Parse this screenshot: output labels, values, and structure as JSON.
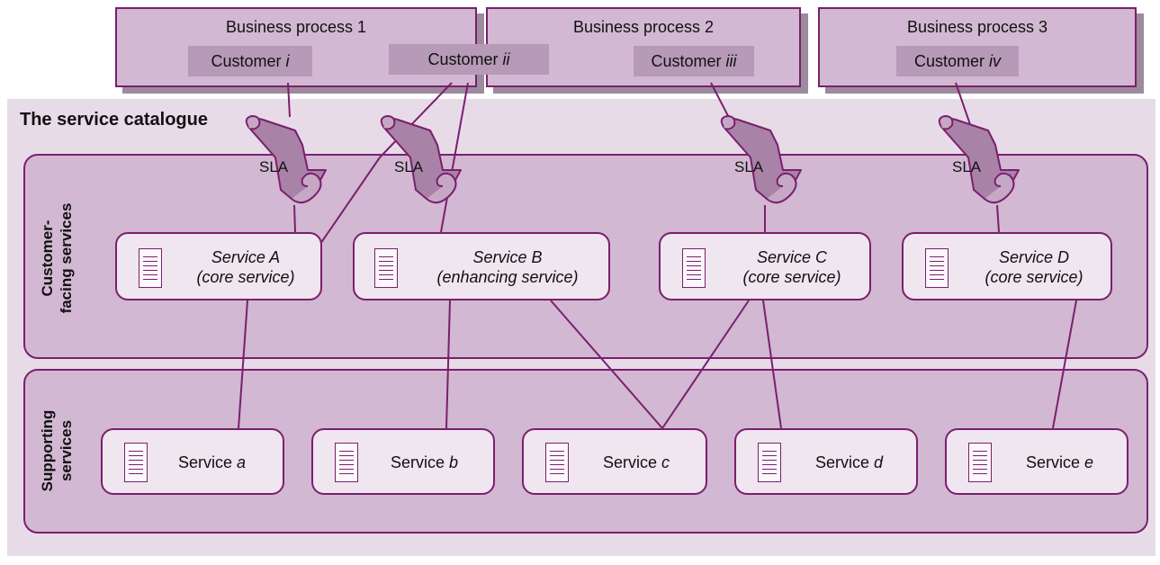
{
  "catalogue": {
    "title": "The service catalogue"
  },
  "bands": {
    "customer": {
      "label_line1": "Customer-",
      "label_line2": "facing services"
    },
    "supporting": {
      "label_line1": "Supporting",
      "label_line2": "services"
    }
  },
  "processes": [
    {
      "title": "Business process 1",
      "customers": [
        {
          "prefix": "Customer ",
          "id": "i"
        }
      ]
    },
    {
      "title": "Business process 2",
      "customers": [
        {
          "prefix": "Customer ",
          "id": "ii"
        },
        {
          "prefix": "Customer ",
          "id": "iii"
        }
      ]
    },
    {
      "title": "Business process 3",
      "customers": [
        {
          "prefix": "Customer ",
          "id": "iv"
        }
      ]
    }
  ],
  "sla_label": "SLA",
  "customer_services": [
    {
      "name": "Service A",
      "type": "(core service)"
    },
    {
      "name": "Service B",
      "type": "(enhancing service)"
    },
    {
      "name": "Service C",
      "type": "(core service)"
    },
    {
      "name": "Service D",
      "type": "(core service)"
    }
  ],
  "supporting_services": [
    {
      "prefix": "Service ",
      "id": "a"
    },
    {
      "prefix": "Service ",
      "id": "b"
    },
    {
      "prefix": "Service ",
      "id": "c"
    },
    {
      "prefix": "Service ",
      "id": "d"
    },
    {
      "prefix": "Service ",
      "id": "e"
    }
  ],
  "colors": {
    "outline": "#7a1f6e",
    "fill": "#d2b8d2",
    "scroll": "#a982a8",
    "catalogue": "#e8dbe8"
  },
  "icons": {
    "sla": "sla-scroll-icon",
    "service": "document-icon"
  }
}
